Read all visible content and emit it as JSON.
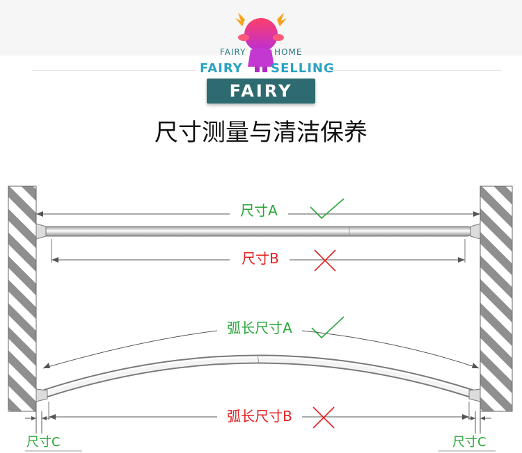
{
  "brand": {
    "small_left": "FAIRY",
    "small_right": "HOME",
    "big_left": "FAIRY",
    "big_right": "SELLING",
    "badge": "FAIRY"
  },
  "page_title": "尺寸测量与清洁保养",
  "labels": {
    "size_a": "尺寸A",
    "size_b": "尺寸B",
    "arc_a": "弧长尺寸A",
    "arc_b": "弧长尺寸B",
    "size_c_left": "尺寸C",
    "size_c_right": "尺寸C"
  },
  "colors": {
    "correct": "#2aa63a",
    "wrong": "#e02020",
    "brand_teal": "#2e6b70",
    "brand_blue": "#2aa2c2",
    "logo_pink": "#e8338a",
    "wall_stripe": "#8f8f8f"
  }
}
